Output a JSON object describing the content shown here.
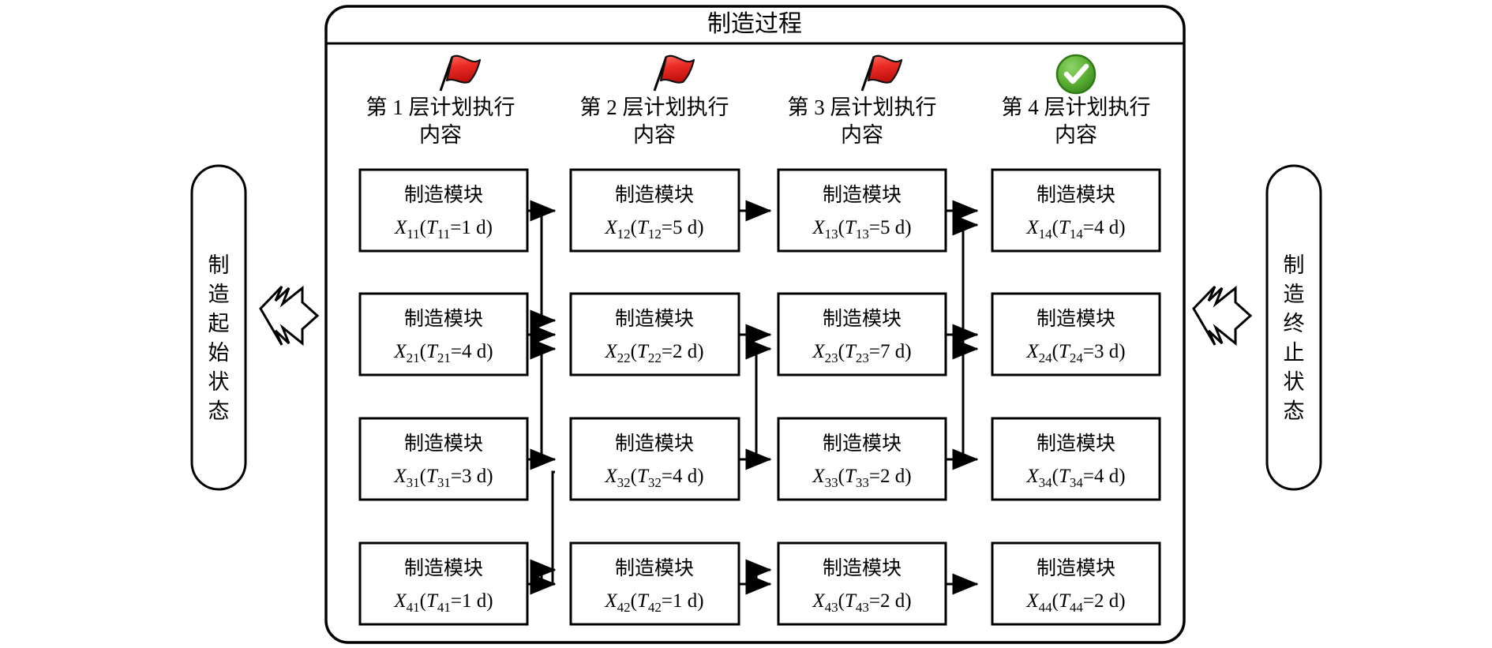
{
  "diagram": {
    "title": "制造过程",
    "start_state": "制造起始状态",
    "end_state": "制造终止状态",
    "module_label": "制造模块",
    "layers": [
      {
        "label_line1": "第 1 层计划执行",
        "label_line2": "内容",
        "marker": "red-flag-icon"
      },
      {
        "label_line1": "第 2 层计划执行",
        "label_line2": "内容",
        "marker": "red-flag-icon"
      },
      {
        "label_line1": "第 3 层计划执行",
        "label_line2": "内容",
        "marker": "red-flag-icon"
      },
      {
        "label_line1": "第 4 层计划执行",
        "label_line2": "内容",
        "marker": "green-check-icon"
      }
    ],
    "colors": {
      "flag_red": "#e8231f",
      "check_green": "#5bb033",
      "outline": "#000000",
      "background": "#ffffff"
    },
    "modules": [
      [
        {
          "id": "X11",
          "var": "X",
          "ri": "11",
          "time_var": "T",
          "ti": "11",
          "duration": "1",
          "unit": "d",
          "text": "X11(T11=1 d)"
        },
        {
          "id": "X12",
          "var": "X",
          "ri": "12",
          "time_var": "T",
          "ti": "12",
          "duration": "5",
          "unit": "d",
          "text": "X12(T12=5 d)"
        },
        {
          "id": "X13",
          "var": "X",
          "ri": "13",
          "time_var": "T",
          "ti": "13",
          "duration": "5",
          "unit": "d",
          "text": "X13(T13=5 d)"
        },
        {
          "id": "X14",
          "var": "X",
          "ri": "14",
          "time_var": "T",
          "ti": "14",
          "duration": "4",
          "unit": "d",
          "text": "X14(T14=4 d)"
        }
      ],
      [
        {
          "id": "X21",
          "var": "X",
          "ri": "21",
          "time_var": "T",
          "ti": "21",
          "duration": "4",
          "unit": "d",
          "text": "X21(T21=4 d)"
        },
        {
          "id": "X22",
          "var": "X",
          "ri": "22",
          "time_var": "T",
          "ti": "22",
          "duration": "2",
          "unit": "d",
          "text": "X22(T22=2 d)"
        },
        {
          "id": "X23",
          "var": "X",
          "ri": "23",
          "time_var": "T",
          "ti": "23",
          "duration": "7",
          "unit": "d",
          "text": "X23(T23=7 d)"
        },
        {
          "id": "X24",
          "var": "X",
          "ri": "24",
          "time_var": "T",
          "ti": "24",
          "duration": "3",
          "unit": "d",
          "text": "X24(T24=3 d)"
        }
      ],
      [
        {
          "id": "X31",
          "var": "X",
          "ri": "31",
          "time_var": "T",
          "ti": "31",
          "duration": "3",
          "unit": "d",
          "text": "X31(T31=3 d)"
        },
        {
          "id": "X32",
          "var": "X",
          "ri": "32",
          "time_var": "T",
          "ti": "32",
          "duration": "4",
          "unit": "d",
          "text": "X32(T32=4 d)"
        },
        {
          "id": "X33",
          "var": "X",
          "ri": "33",
          "time_var": "T",
          "ti": "33",
          "duration": "2",
          "unit": "d",
          "text": "X33(T33=2 d)"
        },
        {
          "id": "X34",
          "var": "X",
          "ri": "34",
          "time_var": "T",
          "ti": "34",
          "duration": "4",
          "unit": "d",
          "text": "X34(T34=4 d)"
        }
      ],
      [
        {
          "id": "X41",
          "var": "X",
          "ri": "41",
          "time_var": "T",
          "ti": "41",
          "duration": "1",
          "unit": "d",
          "text": "X41(T41=1 d)"
        },
        {
          "id": "X42",
          "var": "X",
          "ri": "42",
          "time_var": "T",
          "ti": "42",
          "duration": "1",
          "unit": "d",
          "text": "X42(T42=1 d)"
        },
        {
          "id": "X43",
          "var": "X",
          "ri": "43",
          "time_var": "T",
          "ti": "43",
          "duration": "2",
          "unit": "d",
          "text": "X43(T43=2 d)"
        },
        {
          "id": "X44",
          "var": "X",
          "ri": "44",
          "time_var": "T",
          "ti": "44",
          "duration": "2",
          "unit": "d",
          "text": "X44(T44=2 d)"
        }
      ]
    ]
  }
}
